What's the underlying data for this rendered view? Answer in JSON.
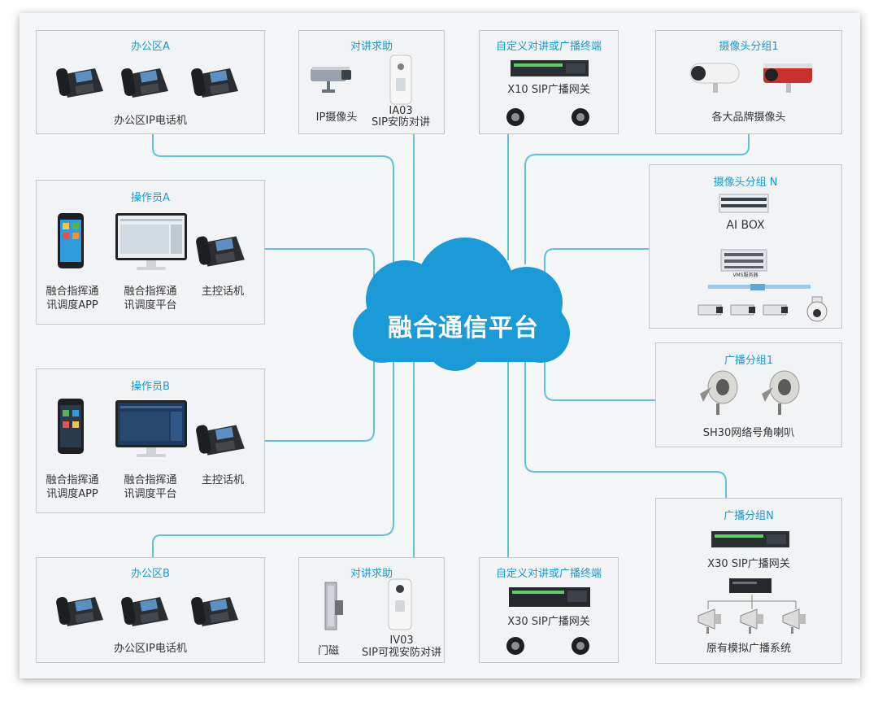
{
  "center": {
    "label": "融合通信平台"
  },
  "office_a": {
    "title": "办公区A",
    "caption": "办公区IP电话机"
  },
  "intercom_top": {
    "title": "对讲求助",
    "camera_label": "IP摄像头",
    "device_label": "IA03\nSIP安防对讲"
  },
  "terminal_top": {
    "title": "自定义对讲或广播终端",
    "gateway_label": "X10 SIP广播网关"
  },
  "camera_group_1": {
    "title": "摄像头分组1",
    "caption": "各大品牌摄像头"
  },
  "operator_a": {
    "title": "操作员A",
    "app_label": "融合指挥通\n讯调度APP",
    "platform_label": "融合指挥通\n讯调度平台",
    "phone_label": "主控话机"
  },
  "camera_group_n": {
    "title": "摄像头分组 N",
    "aibox_label": "AI BOX",
    "vms_label": "VMS服务器"
  },
  "operator_b": {
    "title": "操作员B",
    "app_label": "融合指挥通\n讯调度APP",
    "platform_label": "融合指挥通\n讯调度平台",
    "phone_label": "主控话机"
  },
  "broadcast_group_1": {
    "title": "广播分组1",
    "caption": "SH30网络号角喇叭"
  },
  "broadcast_group_n": {
    "title": "广播分组N",
    "gateway_label": "X30 SIP广播网关",
    "caption": "原有模拟广播系统"
  },
  "office_b": {
    "title": "办公区B",
    "caption": "办公区IP电话机"
  },
  "intercom_bottom": {
    "title": "对讲求助",
    "door_label": "门磁",
    "device_label": "IV03\nSIP可视安防对讲"
  },
  "terminal_bottom": {
    "title": "自定义对讲或广播终端",
    "gateway_label": "X30 SIP广播网关"
  },
  "colors": {
    "accent": "#1a9ad6",
    "line": "#5ec1e0",
    "cloud": "#1a9ad6"
  }
}
